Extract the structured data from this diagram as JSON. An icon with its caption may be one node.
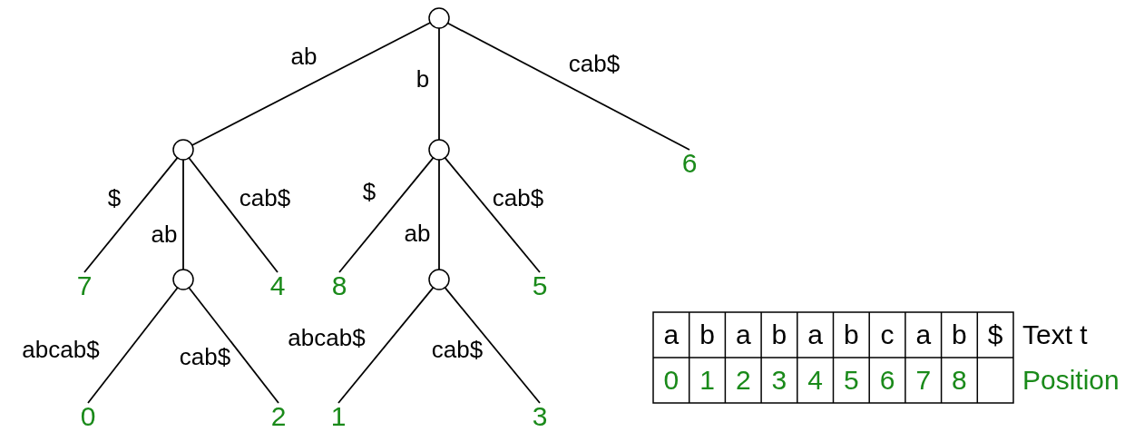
{
  "diagram": {
    "nodes": [
      {
        "text": [],
        "shape": "circle"
      },
      {
        "text": [],
        "shape": "circle"
      },
      {
        "text": [],
        "shape": "circle"
      },
      {
        "text": [
          "6"
        ]
      },
      {
        "text": [
          "7"
        ]
      },
      {
        "text": [],
        "shape": "circle"
      },
      {
        "text": [
          "4"
        ]
      },
      {
        "text": [
          "8"
        ]
      },
      {
        "text": [],
        "shape": "circle"
      },
      {
        "text": [
          "5"
        ]
      },
      {
        "text": [
          "0"
        ]
      },
      {
        "text": [
          "2"
        ]
      },
      {
        "text": [
          "1"
        ]
      },
      {
        "text": [
          "3"
        ]
      }
    ],
    "edges": [
      {
        "from": 0,
        "to": 1,
        "arrow": "none",
        "label": "ab"
      },
      {
        "from": 0,
        "to": 2,
        "arrow": "none",
        "label": "b"
      },
      {
        "from": 0,
        "to": 3,
        "arrow": "none",
        "label": "cab$"
      },
      {
        "from": 1,
        "to": 4,
        "arrow": "none",
        "label": "$"
      },
      {
        "from": 1,
        "to": 5,
        "arrow": "none",
        "label": "ab"
      },
      {
        "from": 1,
        "to": 6,
        "arrow": "none",
        "label": "cab$"
      },
      {
        "from": 2,
        "to": 7,
        "arrow": "none",
        "label": "$"
      },
      {
        "from": 2,
        "to": 8,
        "arrow": "none",
        "label": "ab"
      },
      {
        "from": 2,
        "to": 9,
        "arrow": "none",
        "label": "cab$"
      },
      {
        "from": 5,
        "to": 10,
        "arrow": "none",
        "label": "abcab$"
      },
      {
        "from": 5,
        "to": 11,
        "arrow": "none",
        "label": "cab$"
      },
      {
        "from": 8,
        "to": 12,
        "arrow": "none",
        "label": "abcab$"
      },
      {
        "from": 8,
        "to": 13,
        "arrow": "none",
        "label": "cab$"
      }
    ],
    "labels": [
      "a",
      "b",
      "a",
      "b",
      "a",
      "b",
      "c",
      "a",
      "b",
      "$",
      "Text t",
      "0",
      "1",
      "2",
      "3",
      "4",
      "5",
      "6",
      "7",
      "8",
      "Position"
    ]
  }
}
